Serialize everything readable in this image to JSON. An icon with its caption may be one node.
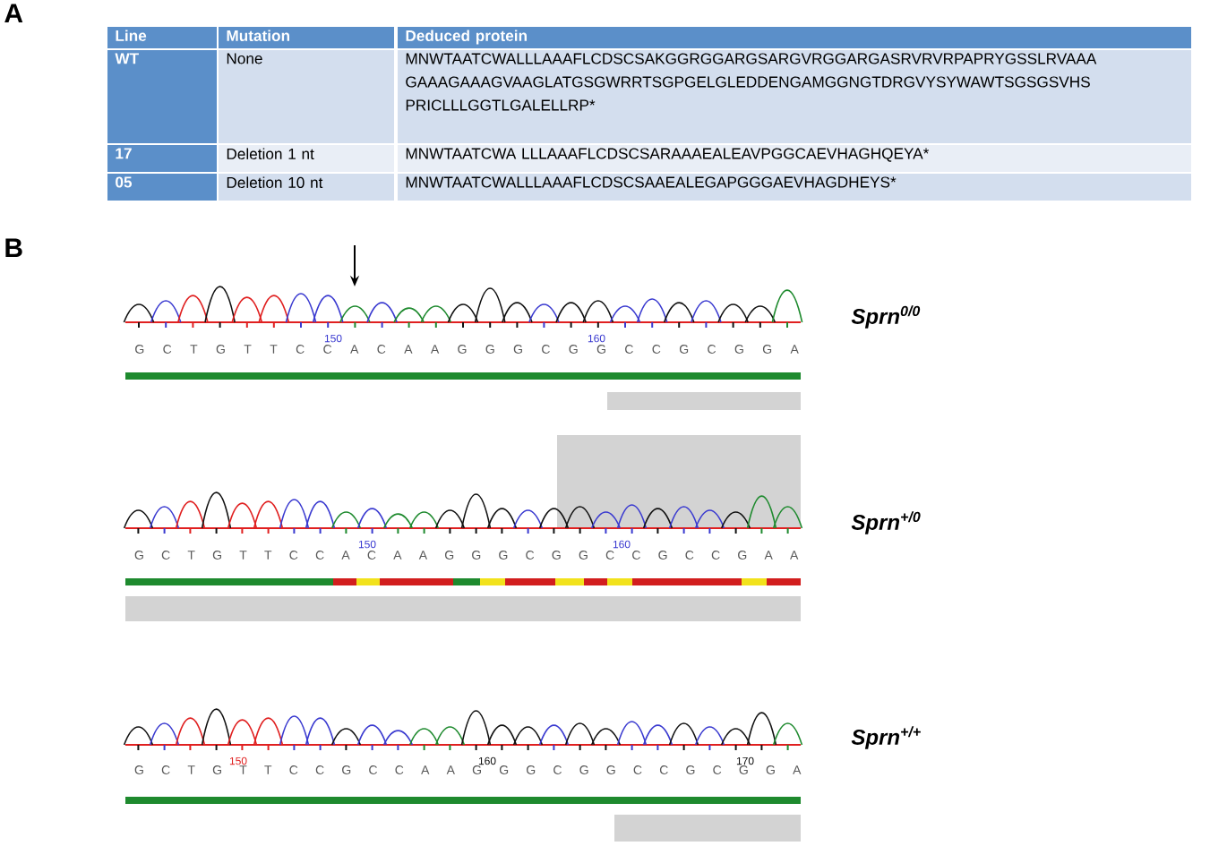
{
  "diagram": {
    "labels": [
      "A",
      "Line",
      "Mutation",
      "Deduced protein",
      "WT",
      "None",
      "MNWTAATCWALLLAAAFLCDSCSAKGGRGGARGSARGVRGGARGASRVRVRPAPRYGSSLRVAAA GAAAGAAAGVAAGLATGSGWRRTSGPGELGLEDDENGAMGGNGTDRGVYSYWAWTSGSGSVHS PRICLLLGGTLGALELLRP*",
      "17",
      "Deletion 1 nt",
      "MNWTAATCWA LLLAAAFLCDSCSARAAAEALEAVPGGCAEVHAGHQEYA*",
      "05",
      "Deletion 10 nt",
      "MNWTAATCWALLLAAAFLCDSCSAAEALEGAPGGGAEVHAGDHEYS*",
      "B",
      "150",
      "160",
      "G C T G T T C C A C A A G G G C G G C C G C G G A",
      "Sprn$^{0/0}$",
      "150",
      "160",
      "G C T G T T C C A C A A G G G C G G C C G C C G A A",
      "Sprn$^{+/0}$",
      "150",
      "160",
      "170",
      "G C T G T T C C G C C A A G G G C G G C C G C G G A",
      "Sprn$^{+/+}$"
    ]
  }
}
